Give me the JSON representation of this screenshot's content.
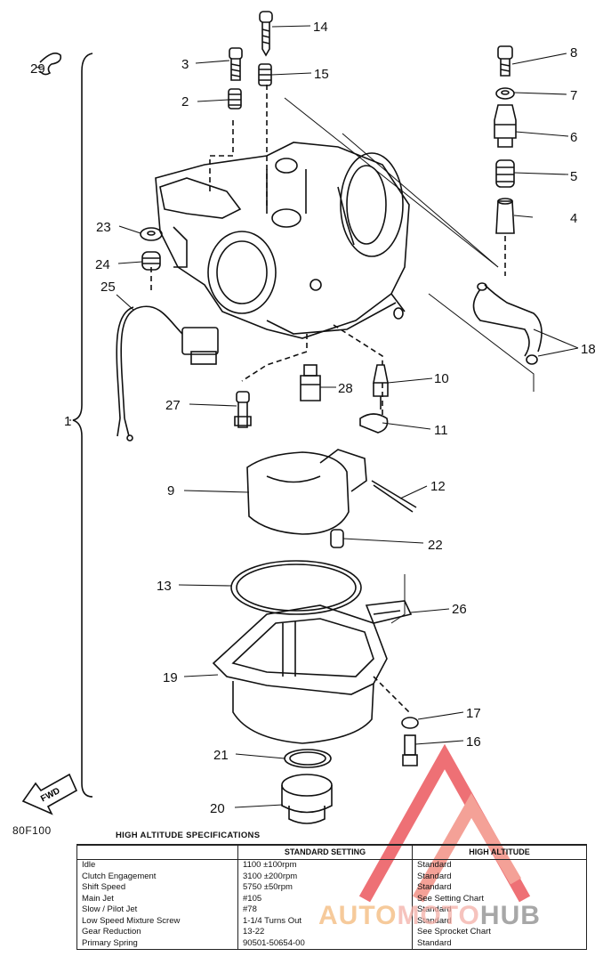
{
  "diagram": {
    "callouts": [
      "1",
      "2",
      "3",
      "4",
      "5",
      "6",
      "7",
      "8",
      "9",
      "10",
      "11",
      "12",
      "13",
      "14",
      "15",
      "16",
      "17",
      "18",
      "19",
      "20",
      "21",
      "22",
      "23",
      "24",
      "25",
      "26",
      "27",
      "28",
      "29"
    ],
    "fwd_label": "FWD",
    "drawing_code": "80F100"
  },
  "spec_table": {
    "title": "HIGH ALTITUDE SPECIFICATIONS",
    "headers": [
      "",
      "STANDARD SETTING",
      "HIGH ALTITUDE"
    ],
    "rows": [
      [
        "Idle",
        "1100 ±100rpm",
        "Standard"
      ],
      [
        "Clutch Engagement",
        "3100 ±200rpm",
        "Standard"
      ],
      [
        "Shift Speed",
        "5750 ±50rpm",
        "Standard"
      ],
      [
        "Main Jet",
        "#105",
        "See Setting Chart"
      ],
      [
        "Slow / Pilot Jet",
        "#78",
        "Standard"
      ],
      [
        "Low Speed Mixture Screw",
        "1-1/4 Turns Out",
        "Standard"
      ],
      [
        "Gear Reduction",
        "13-22",
        "See Sprocket Chart"
      ],
      [
        "Primary Spring",
        "90501-50654-00",
        "Standard"
      ]
    ]
  },
  "watermark": {
    "part1": "AUTO",
    "part2": "MOTO",
    "part3": "HUB",
    "colors": {
      "logo": "#e8343c",
      "auto": "#f3b97a",
      "moto": "#f4b0a8",
      "hub": "#8a8a8a"
    }
  }
}
